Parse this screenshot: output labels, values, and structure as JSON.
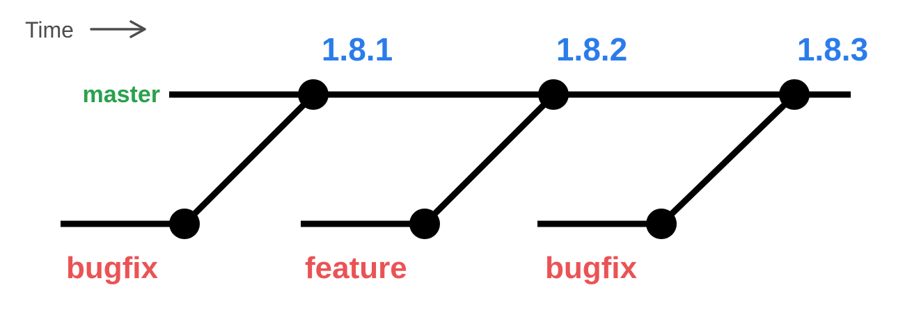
{
  "diagram": {
    "background_color": "#ffffff",
    "line_color": "#000000",
    "time_axis": {
      "label": "Time",
      "color": "#4d4d4d"
    },
    "master_branch": {
      "label": "master",
      "label_color": "#2aa14c"
    },
    "releases": [
      {
        "version": "1.8.1",
        "color": "#2b7ceb"
      },
      {
        "version": "1.8.2",
        "color": "#2b7ceb"
      },
      {
        "version": "1.8.3",
        "color": "#2b7ceb"
      }
    ],
    "topic_branches": [
      {
        "label": "bugfix",
        "label_color": "#ea5355",
        "merges_into_release": "1.8.1"
      },
      {
        "label": "feature",
        "label_color": "#ea5355",
        "merges_into_release": "1.8.2"
      },
      {
        "label": "bugfix",
        "label_color": "#ea5355",
        "merges_into_release": "1.8.3"
      }
    ]
  }
}
